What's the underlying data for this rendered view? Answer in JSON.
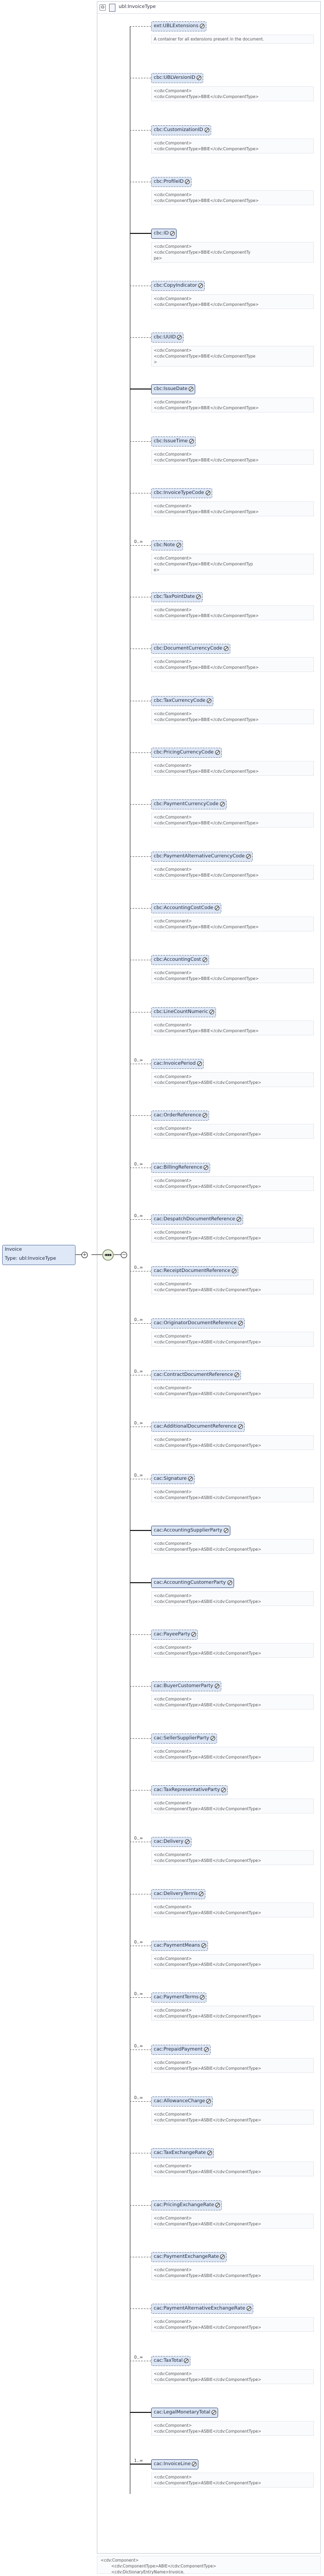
{
  "header": {
    "expand_symbol": "⊖",
    "title": "ubl:InvoiceType"
  },
  "root": {
    "name": "Invoice",
    "type_label": "Type:",
    "type": "ubl:InvoiceType",
    "expand_symbol": "+"
  },
  "sequence_expand_symbol": "−",
  "elements": [
    {
      "name": "ext:UBLExtensions",
      "occ": "",
      "req": false,
      "doc": [
        "A container for all extensions present in the document."
      ]
    },
    {
      "name": "cbc:UBLVersionID",
      "occ": "",
      "req": false,
      "doc": [
        "<cdv:Component>",
        "<cdv:ComponentType>BBIE</cdv:ComponentType>"
      ]
    },
    {
      "name": "cbc:CustomizationID",
      "occ": "",
      "req": false,
      "doc": [
        "<cdv:Component>",
        "<cdv:ComponentType>BBIE</cdv:ComponentType>"
      ]
    },
    {
      "name": "cbc:ProfileID",
      "occ": "",
      "req": false,
      "doc": [
        "<cdv:Component>",
        "<cdv:ComponentType>BBIE</cdv:ComponentType>"
      ]
    },
    {
      "name": "cbc:ID",
      "occ": "",
      "req": true,
      "doc": [
        "<cdv:Component>",
        "<cdv:ComponentType>BBIE</cdv:ComponentTy",
        "pe>"
      ]
    },
    {
      "name": "cbc:CopyIndicator",
      "occ": "",
      "req": false,
      "doc": [
        "<cdv:Component>",
        "<cdv:ComponentType>BBIE</cdv:ComponentType>"
      ]
    },
    {
      "name": "cbc:UUID",
      "occ": "",
      "req": false,
      "doc": [
        "<cdv:Component>",
        "<cdv:ComponentType>BBIE</cdv:ComponentType",
        ">"
      ]
    },
    {
      "name": "cbc:IssueDate",
      "occ": "",
      "req": true,
      "doc": [
        "<cdv:Component>",
        "<cdv:ComponentType>BBIE</cdv:ComponentType>"
      ]
    },
    {
      "name": "cbc:IssueTime",
      "occ": "",
      "req": false,
      "doc": [
        "<cdv:Component>",
        "<cdv:ComponentType>BBIE</cdv:ComponentType>"
      ]
    },
    {
      "name": "cbc:InvoiceTypeCode",
      "occ": "",
      "req": false,
      "doc": [
        "<cdv:Component>",
        "<cdv:ComponentType>BBIE</cdv:ComponentType>"
      ]
    },
    {
      "name": "cbc:Note",
      "occ": "0..∞",
      "req": false,
      "doc": [
        "<cdv:Component>",
        "<cdv:ComponentType>BBIE</cdv:ComponentTyp",
        "e>"
      ]
    },
    {
      "name": "cbc:TaxPointDate",
      "occ": "",
      "req": false,
      "doc": [
        "<cdv:Component>",
        "<cdv:ComponentType>BBIE</cdv:ComponentType>"
      ]
    },
    {
      "name": "cbc:DocumentCurrencyCode",
      "occ": "",
      "req": false,
      "doc": [
        "<cdv:Component>",
        "<cdv:ComponentType>BBIE</cdv:ComponentType>"
      ]
    },
    {
      "name": "cbc:TaxCurrencyCode",
      "occ": "",
      "req": false,
      "doc": [
        "<cdv:Component>",
        "<cdv:ComponentType>BBIE</cdv:ComponentType>"
      ]
    },
    {
      "name": "cbc:PricingCurrencyCode",
      "occ": "",
      "req": false,
      "doc": [
        "<cdv:Component>",
        "<cdv:ComponentType>BBIE</cdv:ComponentType>"
      ]
    },
    {
      "name": "cbc:PaymentCurrencyCode",
      "occ": "",
      "req": false,
      "doc": [
        "<cdv:Component>",
        "<cdv:ComponentType>BBIE</cdv:ComponentType>"
      ]
    },
    {
      "name": "cbc:PaymentAlternativeCurrencyCode",
      "occ": "",
      "req": false,
      "doc": [
        "<cdv:Component>",
        "<cdv:ComponentType>BBIE</cdv:ComponentType>"
      ]
    },
    {
      "name": "cbc:AccountingCostCode",
      "occ": "",
      "req": false,
      "doc": [
        "<cdv:Component>",
        "<cdv:ComponentType>BBIE</cdv:ComponentType>"
      ]
    },
    {
      "name": "cbc:AccountingCost",
      "occ": "",
      "req": false,
      "doc": [
        "<cdv:Component>",
        "<cdv:ComponentType>BBIE</cdv:ComponentType>"
      ]
    },
    {
      "name": "cbc:LineCountNumeric",
      "occ": "",
      "req": false,
      "doc": [
        "<cdv:Component>",
        "<cdv:ComponentType>BBIE</cdv:ComponentType>"
      ]
    },
    {
      "name": "cac:InvoicePeriod",
      "occ": "0..∞",
      "req": false,
      "doc": [
        "<cdv:Component>",
        "<cdv:ComponentType>ASBIE</cdv:ComponentType>"
      ]
    },
    {
      "name": "cac:OrderReference",
      "occ": "",
      "req": false,
      "doc": [
        "<cdv:Component>",
        "<cdv:ComponentType>ASBIE</cdv:ComponentType>"
      ]
    },
    {
      "name": "cac:BillingReference",
      "occ": "0..∞",
      "req": false,
      "doc": [
        "<cdv:Component>",
        "<cdv:ComponentType>ASBIE</cdv:ComponentType>"
      ]
    },
    {
      "name": "cac:DespatchDocumentReference",
      "occ": "0..∞",
      "req": false,
      "doc": [
        "<cdv:Component>",
        "<cdv:ComponentType>ASBIE</cdv:ComponentType>"
      ]
    },
    {
      "name": "cac:ReceiptDocumentReference",
      "occ": "0..∞",
      "req": false,
      "doc": [
        "<cdv:Component>",
        "<cdv:ComponentType>ASBIE</cdv:ComponentType>"
      ]
    },
    {
      "name": "cac:OriginatorDocumentReference",
      "occ": "0..∞",
      "req": false,
      "doc": [
        "<cdv:Component>",
        "<cdv:ComponentType>ASBIE</cdv:ComponentType>"
      ]
    },
    {
      "name": "cac:ContractDocumentReference",
      "occ": "0..∞",
      "req": false,
      "doc": [
        "<cdv:Component>",
        "<cdv:ComponentType>ASBIE</cdv:ComponentType>"
      ]
    },
    {
      "name": "cac:AdditionalDocumentReference",
      "occ": "0..∞",
      "req": false,
      "doc": [
        "<cdv:Component>",
        "<cdv:ComponentType>ASBIE</cdv:ComponentType>"
      ]
    },
    {
      "name": "cac:Signature",
      "occ": "0..∞",
      "req": false,
      "doc": [
        "<cdv:Component>",
        "<cdv:ComponentType>ASBIE</cdv:ComponentType>"
      ]
    },
    {
      "name": "cac:AccountingSupplierParty",
      "occ": "",
      "req": true,
      "doc": [
        "<cdv:Component>",
        "<cdv:ComponentType>ASBIE</cdv:ComponentType>"
      ]
    },
    {
      "name": "cac:AccountingCustomerParty",
      "occ": "",
      "req": true,
      "doc": [
        "<cdv:Component>",
        "<cdv:ComponentType>ASBIE</cdv:ComponentType>"
      ]
    },
    {
      "name": "cac:PayeeParty",
      "occ": "",
      "req": false,
      "doc": [
        "<cdv:Component>",
        "<cdv:ComponentType>ASBIE</cdv:ComponentType>"
      ]
    },
    {
      "name": "cac:BuyerCustomerParty",
      "occ": "",
      "req": false,
      "doc": [
        "<cdv:Component>",
        "<cdv:ComponentType>ASBIE</cdv:ComponentType>"
      ]
    },
    {
      "name": "cac:SellerSupplierParty",
      "occ": "",
      "req": false,
      "doc": [
        "<cdv:Component>",
        "<cdv:ComponentType>ASBIE</cdv:ComponentType>"
      ]
    },
    {
      "name": "cac:TaxRepresentativeParty",
      "occ": "",
      "req": false,
      "doc": [
        "<cdv:Component>",
        "<cdv:ComponentType>ASBIE</cdv:ComponentType>"
      ]
    },
    {
      "name": "cac:Delivery",
      "occ": "0..∞",
      "req": false,
      "doc": [
        "<cdv:Component>",
        "<cdv:ComponentType>ASBIE</cdv:ComponentType>"
      ]
    },
    {
      "name": "cac:DeliveryTerms",
      "occ": "",
      "req": false,
      "doc": [
        "<cdv:Component>",
        "<cdv:ComponentType>ASBIE</cdv:ComponentType>"
      ]
    },
    {
      "name": "cac:PaymentMeans",
      "occ": "0..∞",
      "req": false,
      "doc": [
        "<cdv:Component>",
        "<cdv:ComponentType>ASBIE</cdv:ComponentType>"
      ]
    },
    {
      "name": "cac:PaymentTerms",
      "occ": "0..∞",
      "req": false,
      "doc": [
        "<cdv:Component>",
        "<cdv:ComponentType>ASBIE</cdv:ComponentType>"
      ]
    },
    {
      "name": "cac:PrepaidPayment",
      "occ": "0..∞",
      "req": false,
      "doc": [
        "<cdv:Component>",
        "<cdv:ComponentType>ASBIE</cdv:ComponentType>"
      ]
    },
    {
      "name": "cac:AllowanceCharge",
      "occ": "0..∞",
      "req": false,
      "doc": [
        "<cdv:Component>",
        "<cdv:ComponentType>ASBIE</cdv:ComponentType>"
      ]
    },
    {
      "name": "cac:TaxExchangeRate",
      "occ": "",
      "req": false,
      "doc": [
        "<cdv:Component>",
        "<cdv:ComponentType>ASBIE</cdv:ComponentType>"
      ]
    },
    {
      "name": "cac:PricingExchangeRate",
      "occ": "",
      "req": false,
      "doc": [
        "<cdv:Component>",
        "<cdv:ComponentType>ASBIE</cdv:ComponentType>"
      ]
    },
    {
      "name": "cac:PaymentExchangeRate",
      "occ": "",
      "req": false,
      "doc": [
        "<cdv:Component>",
        "<cdv:ComponentType>ASBIE</cdv:ComponentType>"
      ]
    },
    {
      "name": "cac:PaymentAlternativeExchangeRate",
      "occ": "",
      "req": false,
      "doc": [
        "<cdv:Component>",
        "<cdv:ComponentType>ASBIE</cdv:ComponentType>"
      ]
    },
    {
      "name": "cac:TaxTotal",
      "occ": "0..∞",
      "req": false,
      "doc": [
        "<cdv:Component>",
        "<cdv:ComponentType>ASBIE</cdv:ComponentType>"
      ]
    },
    {
      "name": "cac:LegalMonetaryTotal",
      "occ": "",
      "req": true,
      "doc": [
        "<cdv:Component>",
        "<cdv:ComponentType>ASBIE</cdv:ComponentType>"
      ]
    },
    {
      "name": "cac:InvoiceLine",
      "occ": "1..∞",
      "req": true,
      "doc": [
        "<cdv:Component>",
        "<cdv:ComponentType>ASBIE</cdv:ComponentType>"
      ]
    }
  ],
  "footer_doc": [
    "<cdv:Component>",
    "<cdv:ComponentType>ABIE</cdv:ComponentType>",
    "<cdv:DictionaryEntryName>Invoice."
  ]
}
